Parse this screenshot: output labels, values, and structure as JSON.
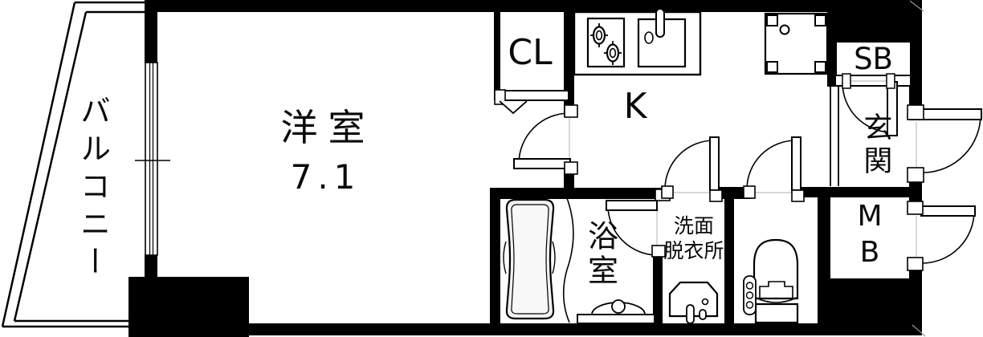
{
  "rooms": {
    "balcony": {
      "label": "バルコニー"
    },
    "western_room": {
      "label": "洋室",
      "size": "7.1"
    },
    "closet": {
      "label": "CL"
    },
    "kitchen": {
      "label": "K"
    },
    "shoe_box": {
      "label": "SB"
    },
    "entrance": {
      "label": "玄関"
    },
    "meter_box": {
      "line1": "M",
      "line2": "B"
    },
    "bathroom": {
      "label": "浴室"
    },
    "washroom": {
      "line1": "洗面",
      "line2": "脱衣所"
    }
  },
  "colors": {
    "wall": "#000000",
    "background": "#ffffff",
    "outline": "#000000",
    "bathtub_fill": "#f2f2f2",
    "corner_mark": "#999999"
  }
}
